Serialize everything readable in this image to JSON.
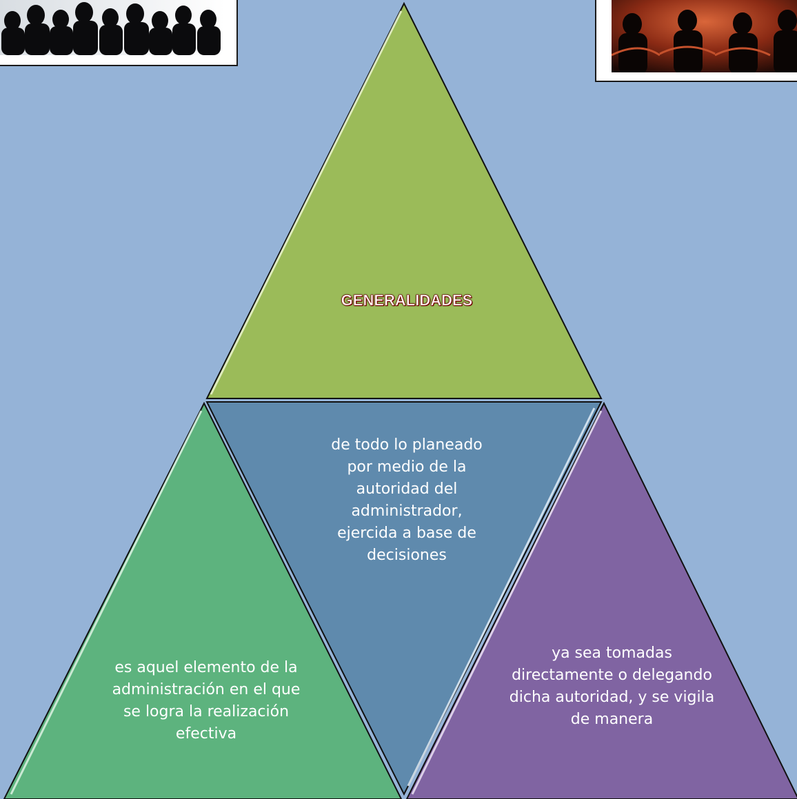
{
  "title": "GENERALIDADES",
  "blocks": {
    "center": "de todo lo planeado por medio de la autoridad del administrador, ejercida a base de decisiones",
    "left": "es aquel elemento de la administración en el que se logra la realización efectiva",
    "right": "ya sea tomadas directamente o delegando dicha autoridad, y se vigila de manera"
  },
  "colors": {
    "background": "#95b3d7",
    "top": "#9bbb59",
    "center": "#5f8aad",
    "left": "#5db37e",
    "right": "#8064a2"
  },
  "images": {
    "left": "people-silhouettes-photo",
    "right": "audience-theater-photo"
  }
}
